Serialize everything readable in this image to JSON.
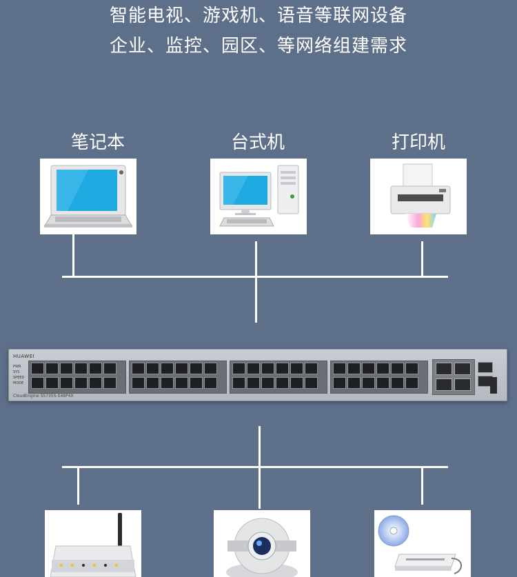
{
  "headline": {
    "line1": "智能电视、游戏机、语音等联网设备",
    "line2": "企业、监控、园区、等网络组建需求"
  },
  "devices_top": [
    {
      "label": "笔记本",
      "icon": "laptop-icon"
    },
    {
      "label": "台式机",
      "icon": "desktop-computer-icon"
    },
    {
      "label": "打印机",
      "icon": "printer-icon"
    }
  ],
  "switch": {
    "brand": "HUAWEI",
    "model": "CloudEngine S5735S-S48P4X",
    "led_labels": [
      "PWR",
      "SYS",
      "SPEED",
      "MODE"
    ],
    "color": "#c2c6cc"
  },
  "devices_bottom": [
    {
      "icon": "wireless-router-icon"
    },
    {
      "icon": "webcam-icon"
    },
    {
      "icon": "optical-drive-icon"
    }
  ],
  "colors": {
    "background": "#5e6f8a",
    "lines": "#ffffff",
    "screen": "#1fa9e1"
  }
}
